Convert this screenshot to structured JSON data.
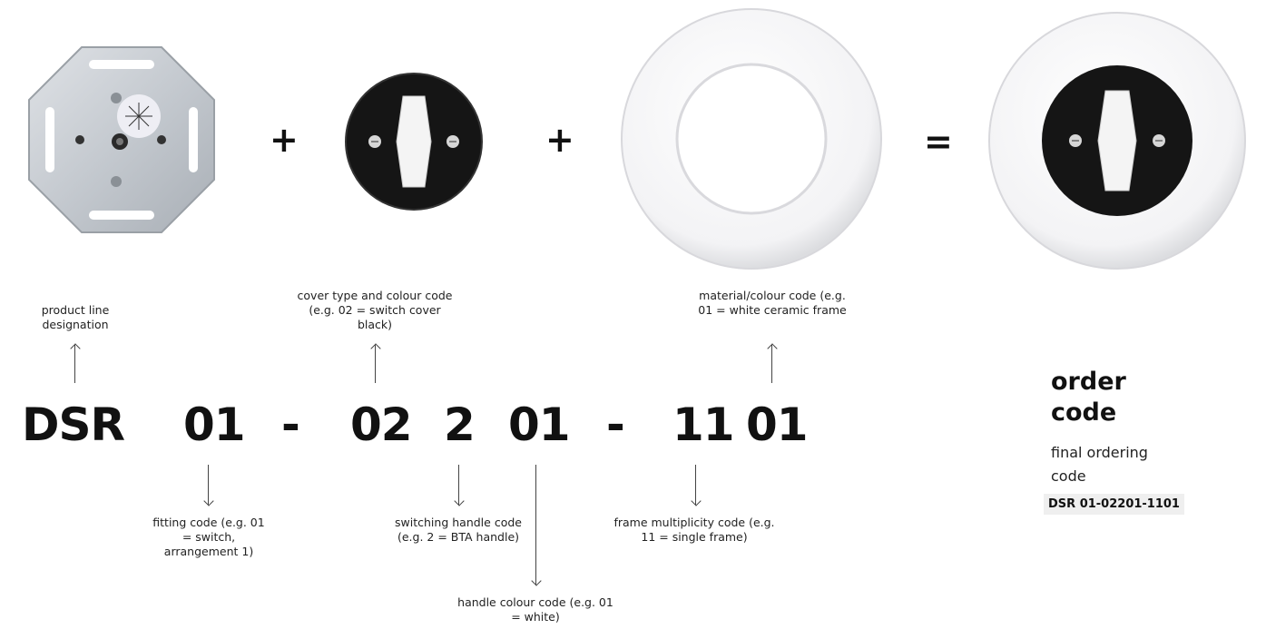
{
  "operators": {
    "plus1": "+",
    "plus2": "+",
    "equals": "="
  },
  "codes": {
    "dsr": "DSR",
    "fitting": "01",
    "dash1": "-",
    "cover": "02",
    "handle": "2",
    "handle_colour": "01",
    "dash2": "-",
    "multiplicity": "11",
    "frame_colour": "01"
  },
  "labels": {
    "product_line": "product line designation",
    "cover_type": "cover type and colour code (e.g. 02 = switch cover black)",
    "material_colour": "material/colour code (e.g. 01 = white ceramic frame",
    "fitting": "fitting code (e.g. 01 = switch, arrangement 1)",
    "switching_handle": "switching handle code (e.g. 2 = BTA handle)",
    "frame_multiplicity": "frame multiplicity code (e.g. 11 = single frame)",
    "handle_colour": "handle colour code (e.g. 01 = white)"
  },
  "order": {
    "title_line1": "order",
    "title_line2": "code",
    "desc_line1": "final ordering",
    "desc_line2": "code",
    "value": "DSR 01-02201-1101"
  }
}
